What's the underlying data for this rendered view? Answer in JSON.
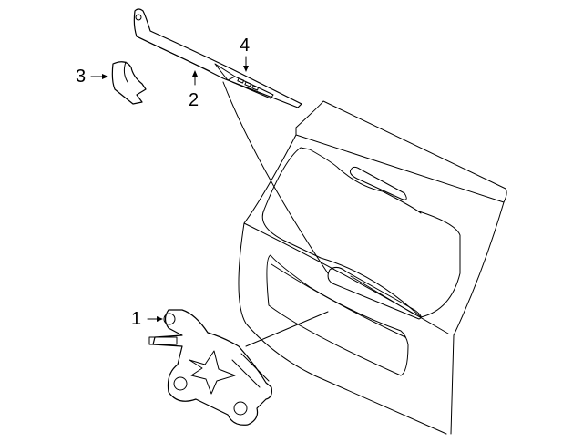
{
  "diagram": {
    "type": "exploded parts diagram",
    "subject": "Rear wiper components on liftgate",
    "callouts": [
      {
        "number": "1",
        "part": "wiper-motor"
      },
      {
        "number": "2",
        "part": "wiper-arm"
      },
      {
        "number": "3",
        "part": "arm-cap"
      },
      {
        "number": "4",
        "part": "wiper-blade"
      }
    ]
  }
}
